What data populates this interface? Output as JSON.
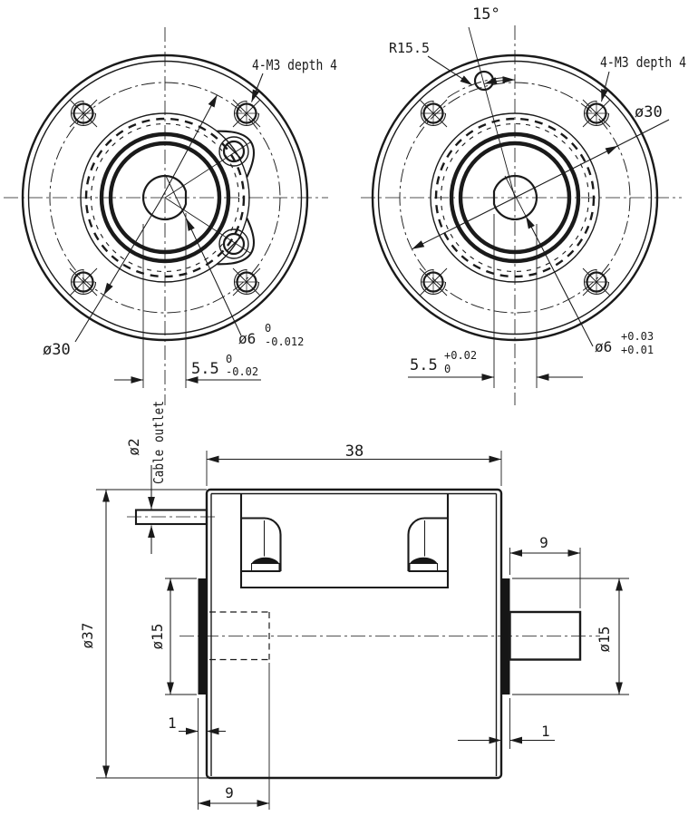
{
  "drawing": {
    "line_color": "#1a1a1a",
    "background_color": "#ffffff",
    "views": {
      "front_left": {
        "m3_label": "4-M3 depth 4",
        "bolt_circle_dia": "ø30",
        "shaft_dia": {
          "main": "ø6",
          "upper": "0",
          "lower": "-0.012"
        },
        "flat_width": {
          "main": "5.5",
          "upper": "0",
          "lower": "-0.02"
        }
      },
      "front_right": {
        "angle": "15°",
        "radius": "R15.5",
        "m3_label": "4-M3 depth 4",
        "bolt_circle_dia": "ø30",
        "bore_dia": {
          "main": "ø6",
          "upper": "+0.03",
          "lower": "+0.01"
        },
        "flat_width": {
          "main": "5.5",
          "upper": "+0.02",
          "lower": "0"
        }
      },
      "side": {
        "body_length": "38",
        "cable_dia": "ø2",
        "cable_label": "Cable outlet",
        "body_dia": "ø37",
        "boss_dia_left": "ø15",
        "boss_dia_right": "ø15",
        "boss_step_left": "1",
        "boss_step_right": "1",
        "bore_depth": "9",
        "shaft_length": "9"
      }
    }
  }
}
